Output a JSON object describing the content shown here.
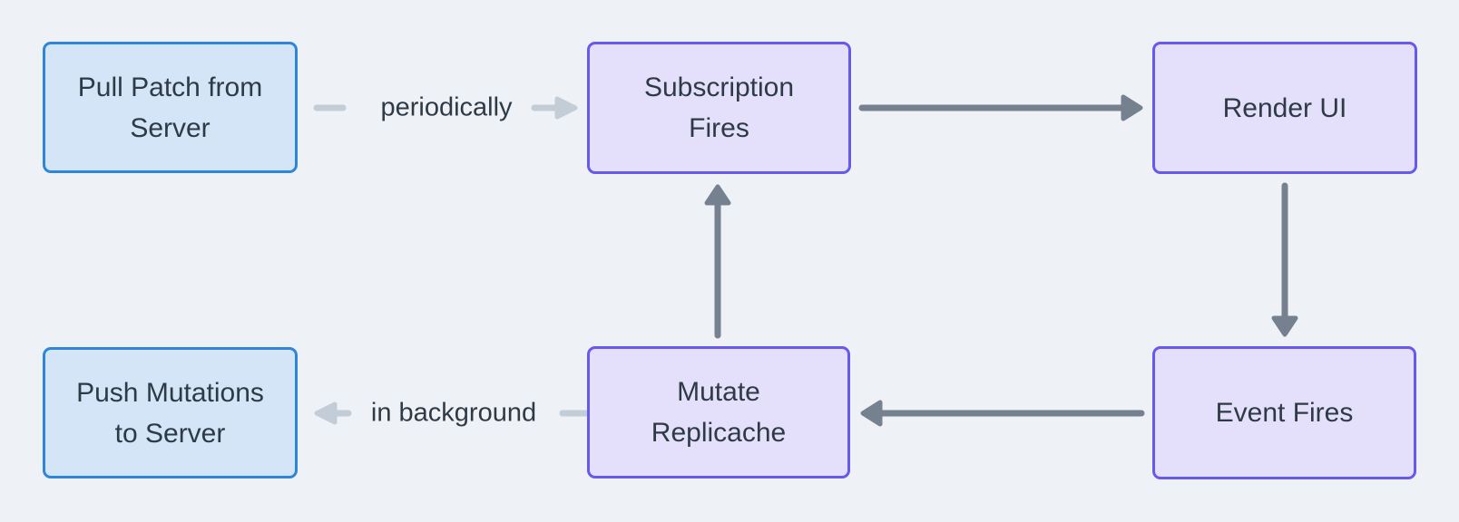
{
  "diagram": {
    "nodes": [
      {
        "id": "pull-patch-from-server",
        "label": "Pull Patch from\nServer",
        "type": "blue"
      },
      {
        "id": "subscription-fires",
        "label": "Subscription\nFires",
        "type": "purple"
      },
      {
        "id": "render-ui",
        "label": "Render UI",
        "type": "purple"
      },
      {
        "id": "push-mutations-to-server",
        "label": "Push Mutations\nto Server",
        "type": "blue"
      },
      {
        "id": "mutate-replicache",
        "label": "Mutate\nReplicache",
        "type": "purple"
      },
      {
        "id": "event-fires",
        "label": "Event Fires",
        "type": "purple"
      }
    ],
    "edges": [
      {
        "from": "pull-patch-from-server",
        "to": "subscription-fires",
        "label": "periodically",
        "style": "light"
      },
      {
        "from": "subscription-fires",
        "to": "render-ui",
        "label": "",
        "style": "dark"
      },
      {
        "from": "render-ui",
        "to": "event-fires",
        "label": "",
        "style": "dark"
      },
      {
        "from": "event-fires",
        "to": "mutate-replicache",
        "label": "",
        "style": "dark"
      },
      {
        "from": "mutate-replicache",
        "to": "subscription-fires",
        "label": "",
        "style": "dark"
      },
      {
        "from": "mutate-replicache",
        "to": "push-mutations-to-server",
        "label": "in background",
        "style": "light"
      }
    ]
  },
  "colors": {
    "background": "#EEF1F5",
    "blue_fill": "#D3E5F6",
    "blue_border": "#2E86D9",
    "purple_fill": "#E4E0FB",
    "purple_border": "#6659EB",
    "text": "#2E3A46",
    "arrow_dark": "#75818F",
    "arrow_light": "#C3CDD7"
  }
}
